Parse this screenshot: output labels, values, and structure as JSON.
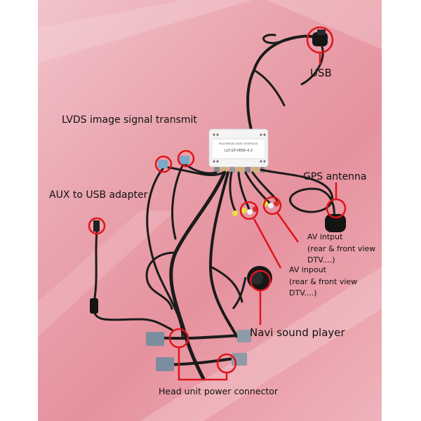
{
  "labels": {
    "usb": "USB",
    "lvds": "LVDS image signal transmit",
    "gps": "GPS antenna",
    "aux": "AUX to USB adapter",
    "av1_title": "AV intput",
    "av1_line2": "(rear & front view",
    "av1_line3": "DTV....)",
    "av2_title": "AV inpout",
    "av2_line2": "(rear & front view",
    "av2_line3": "DTV....)",
    "navi": "Navi sound player",
    "power": "Head unit power connector"
  },
  "box": {
    "line1": "MULTIMEDIA VIDEO INTERFACE",
    "line2": "LLT-GT-VE66-4.3"
  },
  "colors": {
    "background": "#e9a3ad",
    "highlight": "#e0141c",
    "cable": "#1b1b1b"
  }
}
